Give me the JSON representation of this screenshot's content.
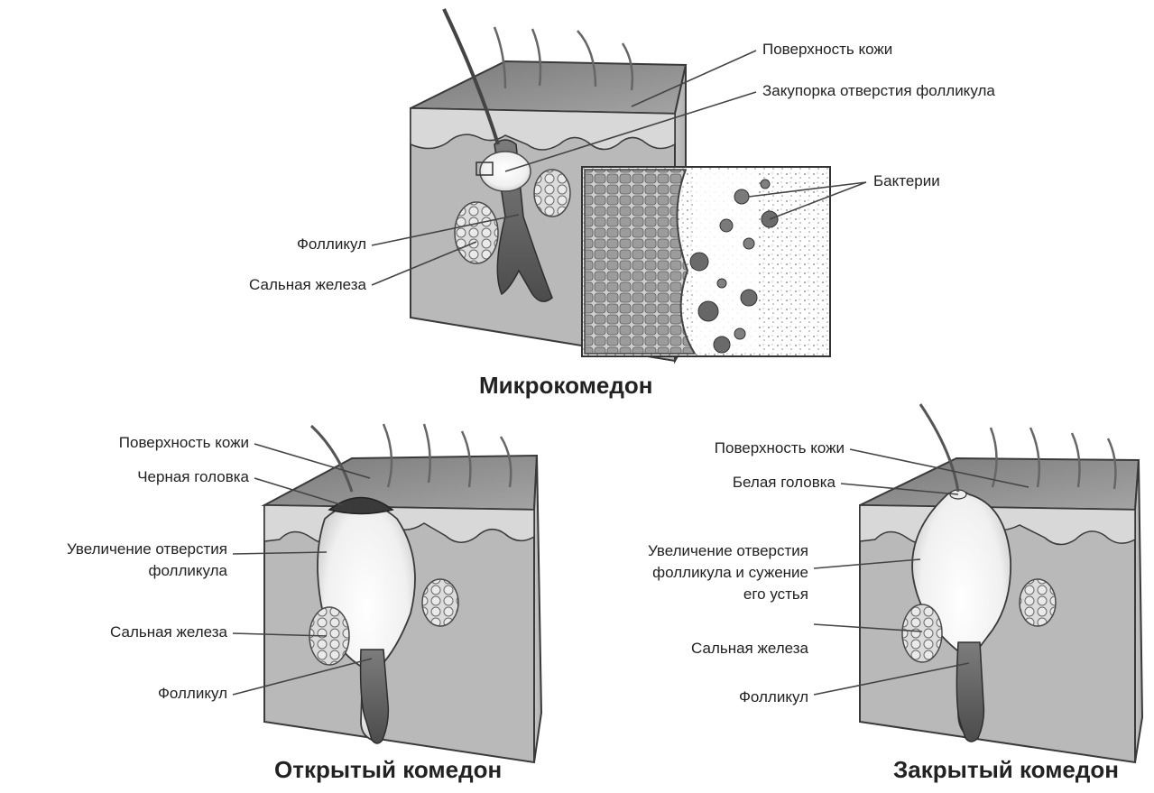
{
  "panels": {
    "micro": {
      "caption": "Микрокомедон",
      "labels": {
        "skin_surface": "Поверхность кожи",
        "plug": "Закупорка отверстия фолликула",
        "bacteria": "Бактерии",
        "follicle": "Фолликул",
        "sebaceous_gland": "Сальная железа"
      }
    },
    "open": {
      "caption": "Открытый комедон",
      "labels": {
        "skin_surface": "Поверхность кожи",
        "blackhead": "Черная головка",
        "enlargement_line1": "Увеличение отверстия",
        "enlargement_line2": "фолликула",
        "sebaceous_gland": "Сальная железа",
        "follicle": "Фолликул"
      }
    },
    "closed": {
      "caption": "Закрытый комедон",
      "labels": {
        "skin_surface": "Поверхность кожи",
        "whitehead": "Белая головка",
        "enlargement_line1": "Увеличение отверстия",
        "enlargement_line2": "фолликула и сужение",
        "enlargement_line3": "его устья",
        "sebaceous_gland": "Сальная железа",
        "follicle": "Фолликул"
      }
    }
  },
  "colors": {
    "skin_top": "#8a8a8a",
    "skin_side": "#cfcfcf",
    "skin_front": "#b9b9b9",
    "dermis": "#a8a8a8",
    "follicle_dark": "#5a5a5a",
    "comedone_light": "#f4f4f4",
    "outline": "#3a3a3a"
  }
}
